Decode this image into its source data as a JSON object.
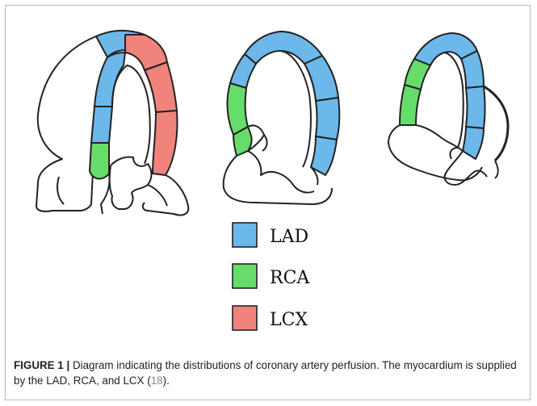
{
  "legend": {
    "items": [
      {
        "label": "LAD",
        "color": "#6cb8ea"
      },
      {
        "label": "RCA",
        "color": "#66dd6a"
      },
      {
        "label": "LCX",
        "color": "#f0847c"
      }
    ]
  },
  "caption": {
    "label": "FIGURE 1 |",
    "text_1": " Diagram indicating the distributions of coronary artery perfusion. The myocardium is supplied by the LAD, RCA, and LCX (",
    "reference": "18",
    "text_2": ")."
  },
  "colors": {
    "lad": "#6cb8ea",
    "rca": "#66dd6a",
    "lcx": "#f0847c",
    "outline": "#222222"
  }
}
